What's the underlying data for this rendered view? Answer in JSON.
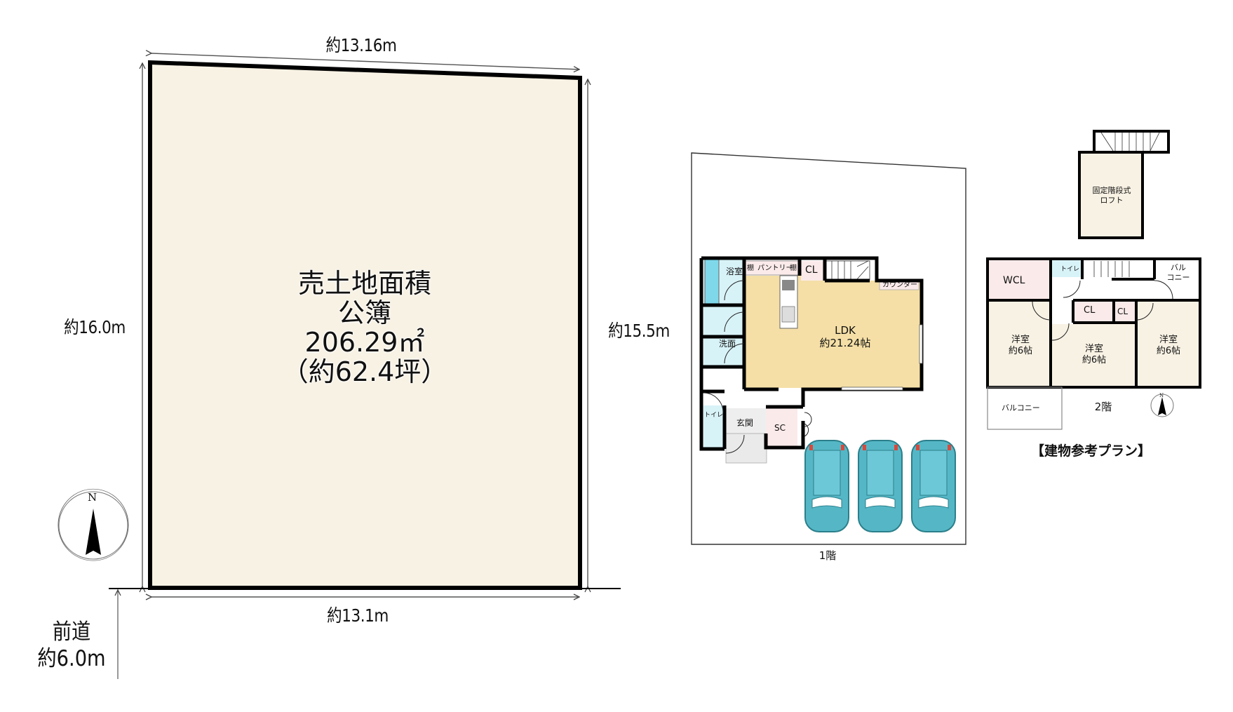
{
  "site_plan": {
    "fill_color": "#f8f2e4",
    "border_color": "#000000",
    "area_title": "売土地面積",
    "area_basis": "公簿",
    "area_m2": "206.29㎡",
    "area_tsubo": "（約62.4坪）",
    "dimensions": {
      "top": "約13.16m",
      "left": "約16.0m",
      "right": "約15.5m",
      "bottom": "約13.1m"
    },
    "road": {
      "label": "前道",
      "width": "約6.0m"
    },
    "compass": {
      "label": "N"
    }
  },
  "floor_1": {
    "label": "1階",
    "rooms": {
      "bath": "浴室",
      "shelf1": "棚",
      "pantry": "パントリー",
      "shelf2": "棚",
      "closet": "CL",
      "counter": "カウンター",
      "ldk_name": "LDK",
      "ldk_size": "約21.24帖",
      "washroom": "洗面",
      "toilet": "トイレ",
      "entrance": "玄関",
      "shoe_closet": "SC"
    },
    "parking_spaces": 3,
    "colors": {
      "ldk": "#f5dfa6",
      "wet": "#d8f3f8",
      "storage": "#fbeaea",
      "car": "#55b7c6"
    }
  },
  "floor_2": {
    "label": "2階",
    "rooms": {
      "wcl": "WCL",
      "toilet": "トイレ",
      "balcony_small": "バル\nコニー",
      "room_left_name": "洋室",
      "room_left_size": "約6帖",
      "cl1": "CL",
      "cl2": "CL",
      "room_center_name": "洋室",
      "room_center_size": "約6帖",
      "room_right_name": "洋室",
      "room_right_size": "約6帖",
      "balcony": "バルコニー"
    },
    "compass": {
      "label": "N"
    }
  },
  "loft": {
    "line1": "固定階段式",
    "line2": "ロフト"
  },
  "caption": "【建物参考プラン】"
}
